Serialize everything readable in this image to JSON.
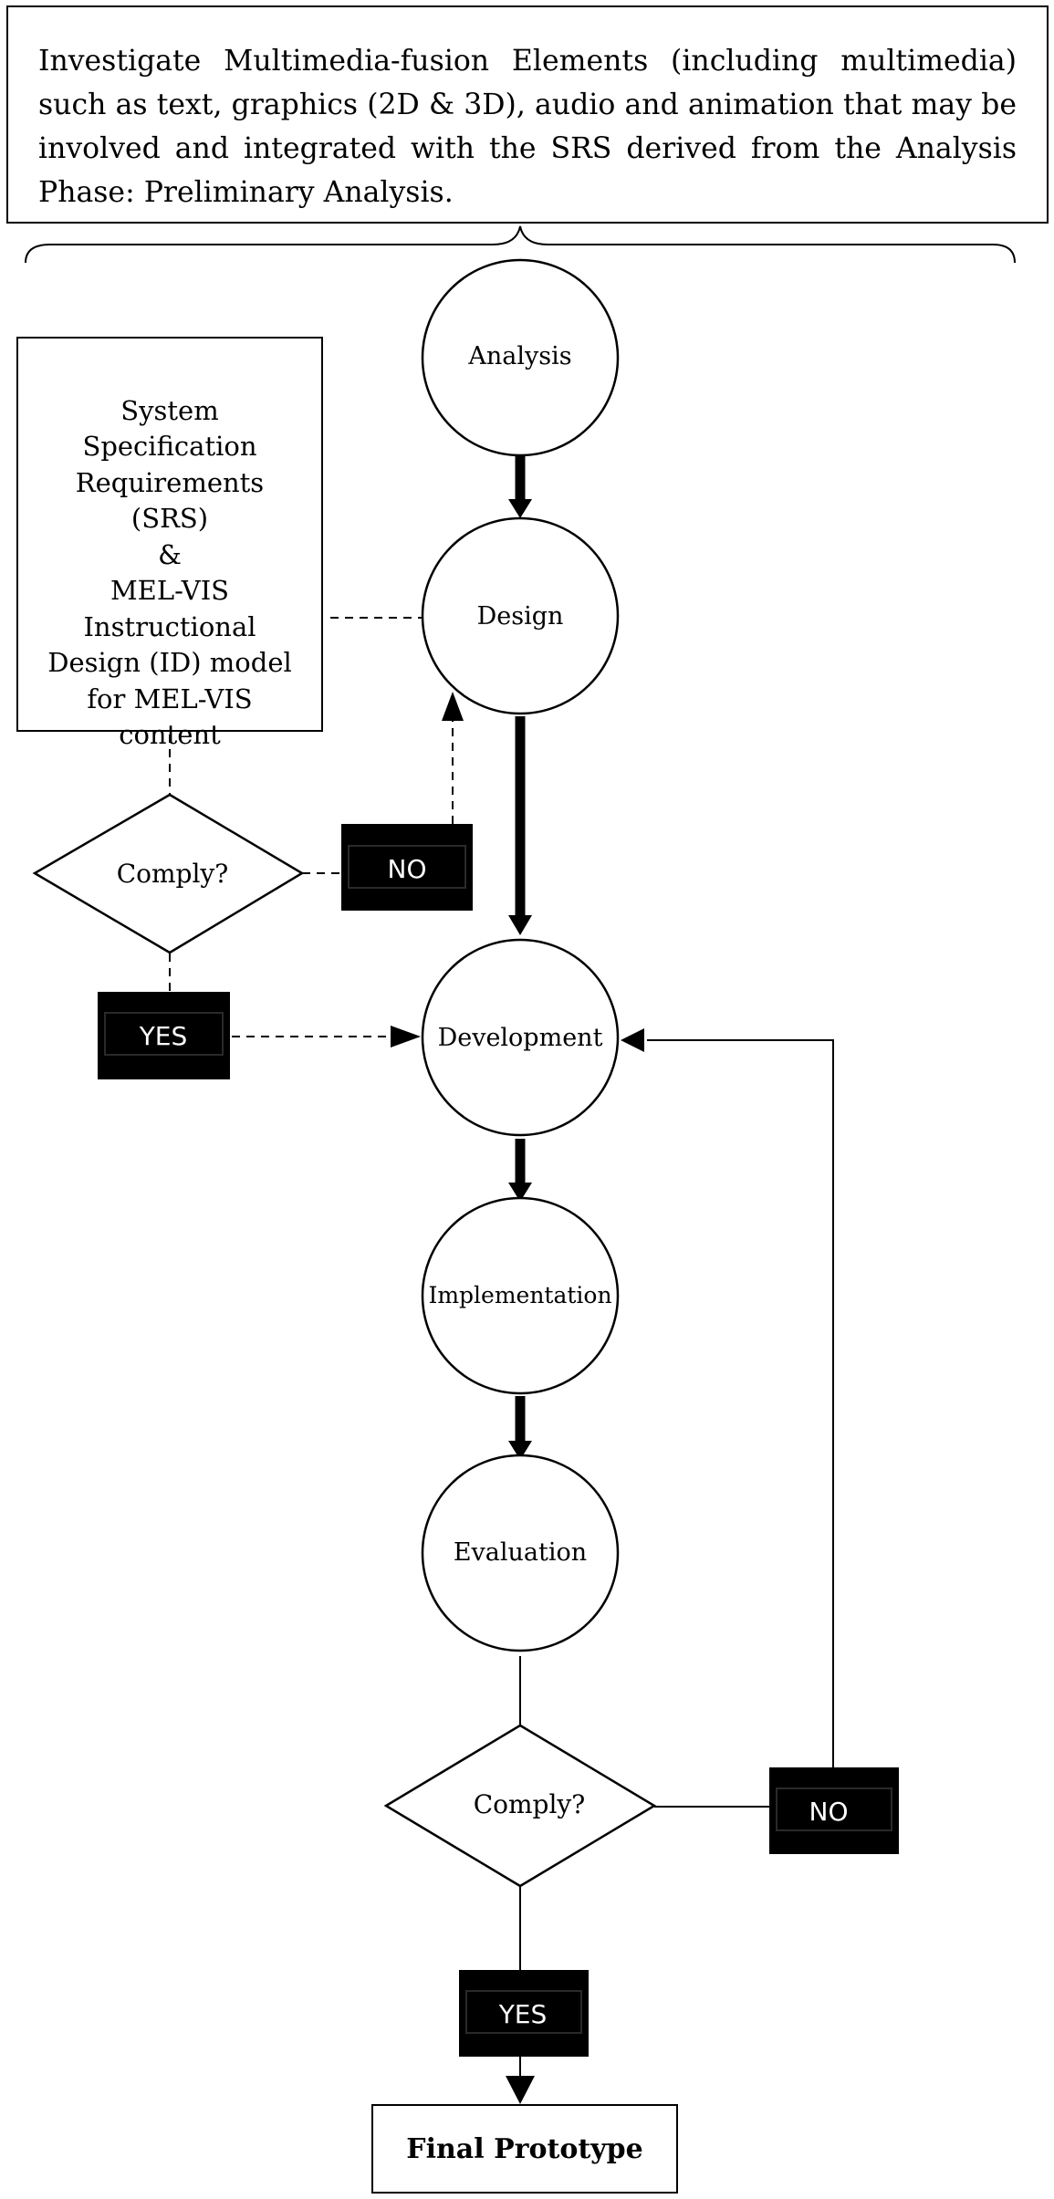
{
  "intro_text": "Investigate Multimedia-fusion Elements (including multimedia) such as text, graphics (2D & 3D), audio and animation that may be involved and integrated with the SRS derived from the Analysis Phase: Preliminary Analysis.",
  "requirements_box": "System\nSpecification\nRequirements\n(SRS)\n&\nMEL-VIS\nInstructional\nDesign (ID) model\nfor MEL-VIS\ncontent",
  "phases": {
    "analysis": "Analysis",
    "design": "Design",
    "development": "Development",
    "implementation": "Implementation",
    "evaluation": "Evaluation"
  },
  "decisions": {
    "design_check": "Comply?",
    "evaluation_check": "Comply?"
  },
  "tags": {
    "design_no": "NO",
    "design_yes": "YES",
    "evaluation_no": "NO",
    "evaluation_yes": "YES"
  },
  "final_output": "Final Prototype",
  "colors": {
    "line": "#000000",
    "tag_fill": "#000000",
    "tag_text": "#ffffff",
    "background": "#ffffff"
  }
}
